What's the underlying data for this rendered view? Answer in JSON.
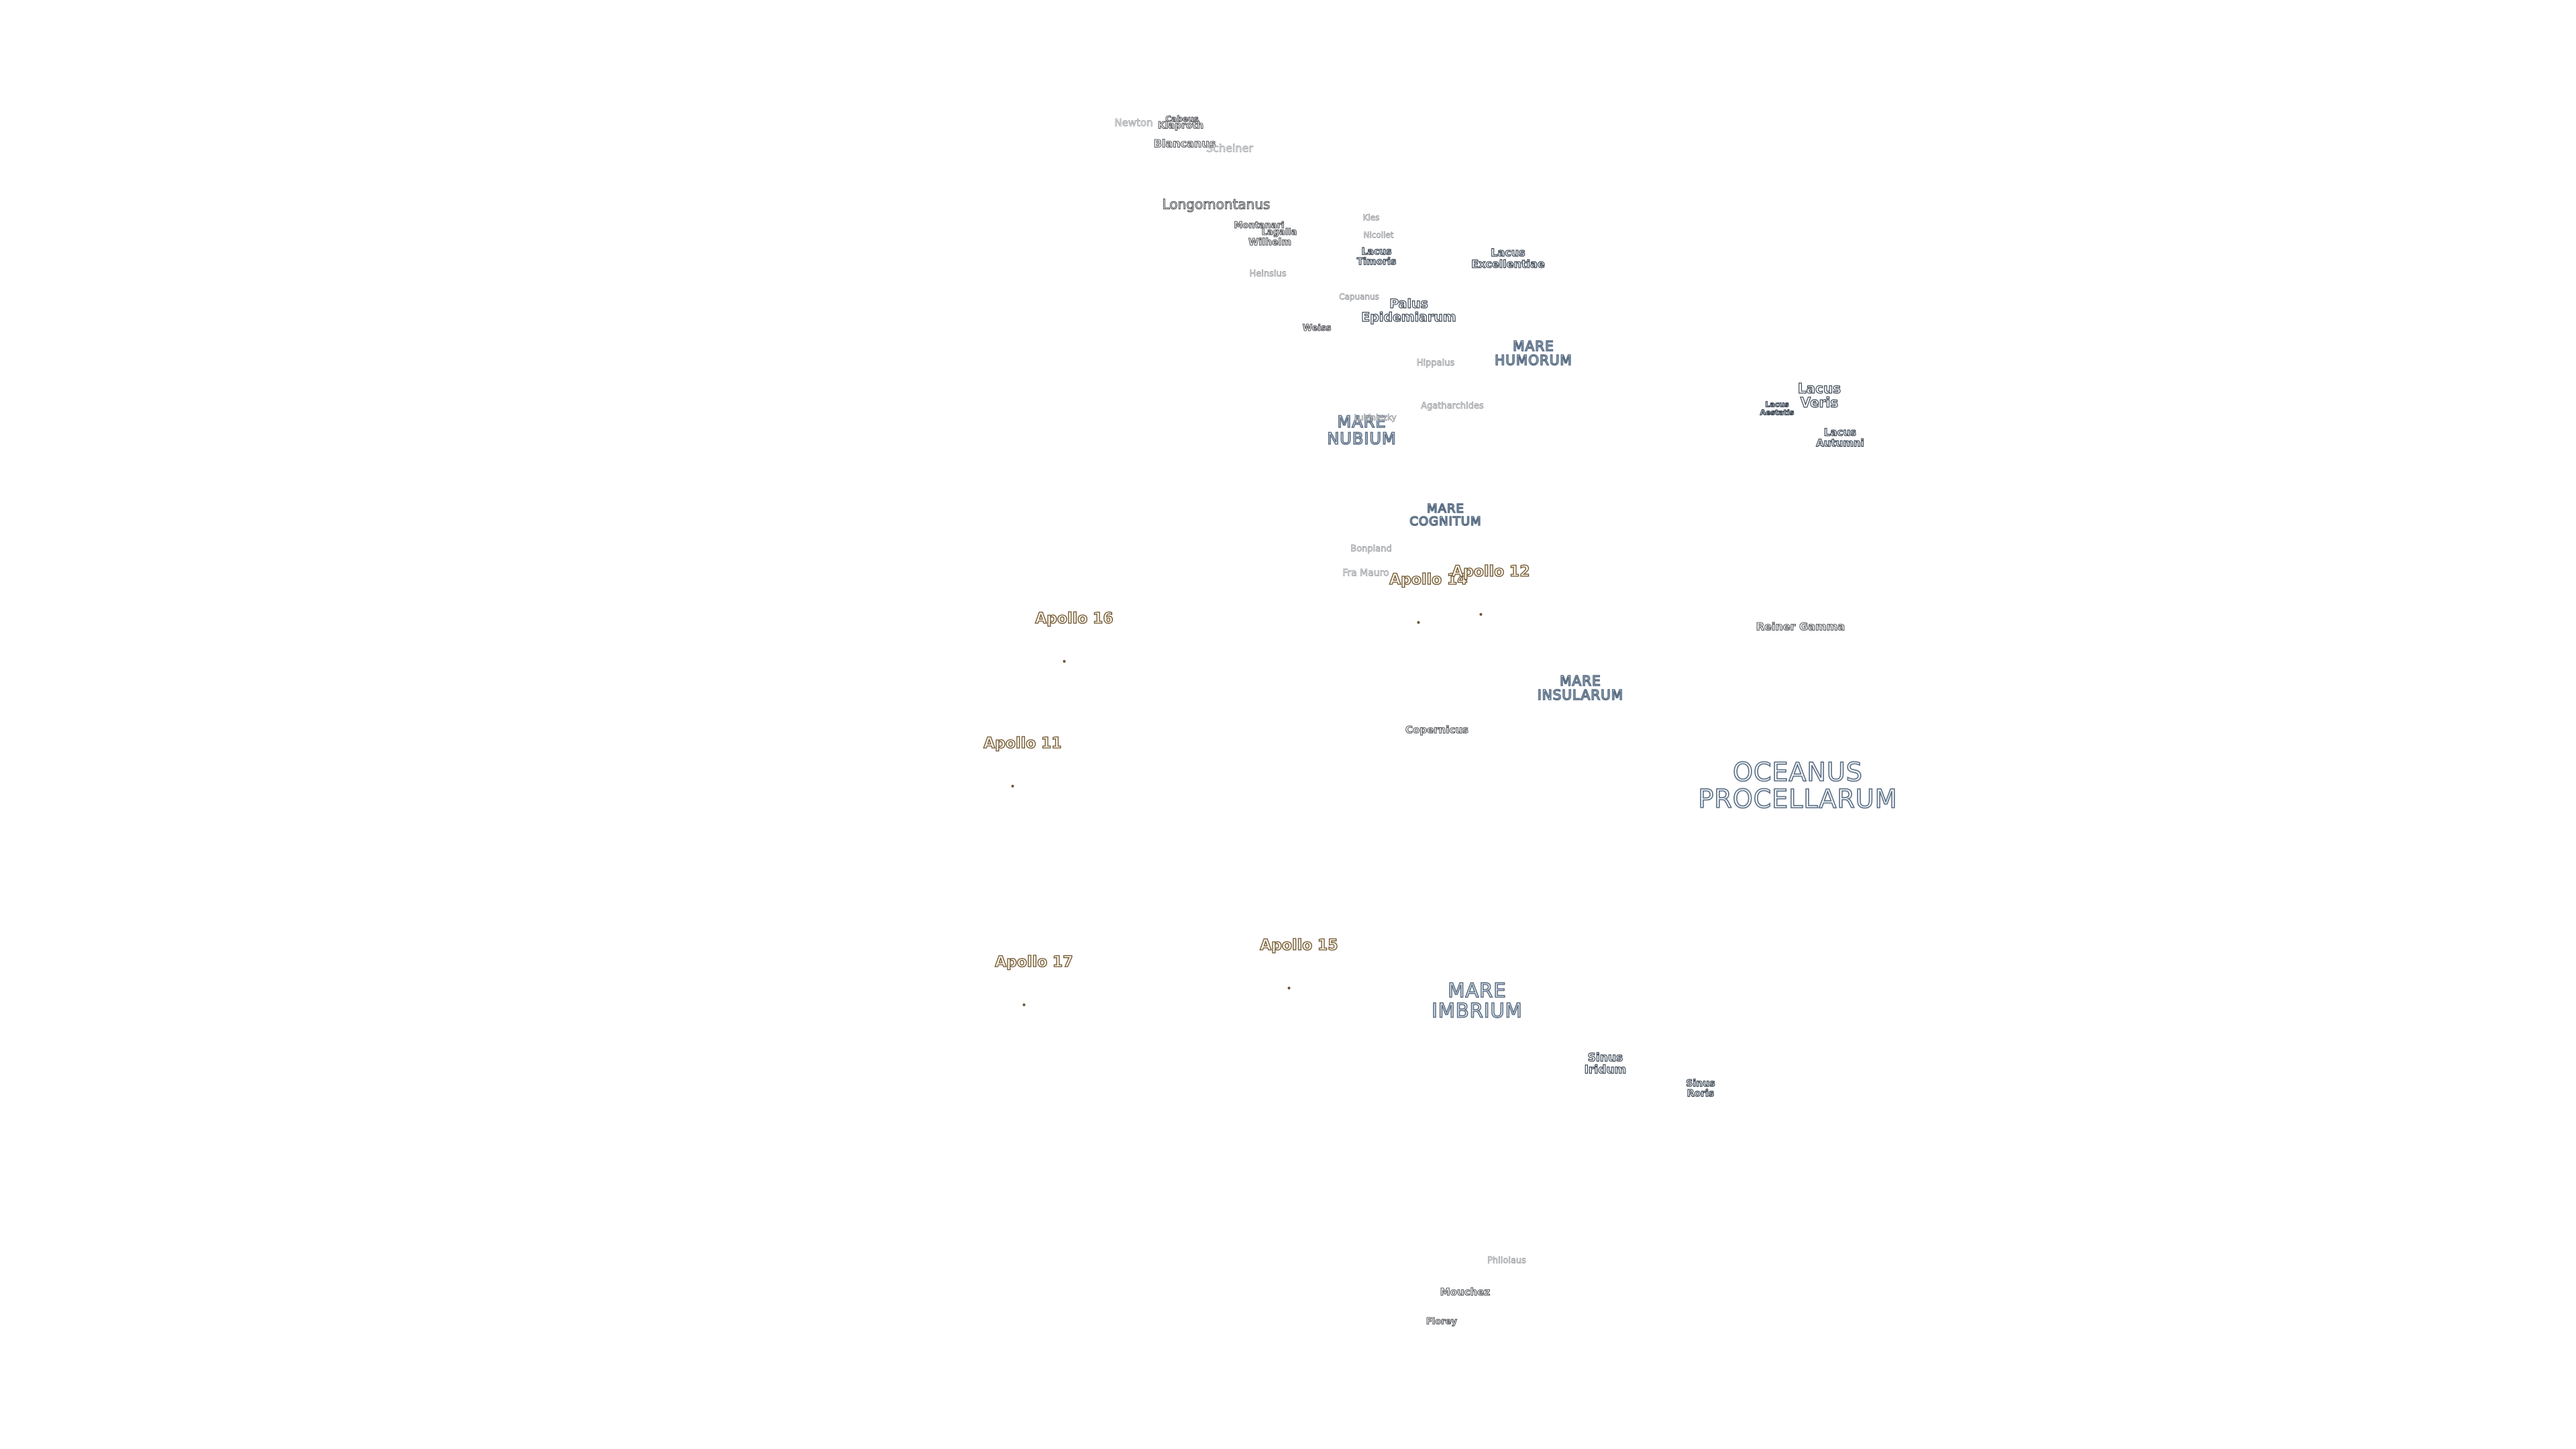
{
  "map": {
    "maria": {
      "oceanus_procellarum": "OCEANUS\nPROCELLARUM",
      "mare_imbrium": "MARE\nIMBRIUM",
      "mare_nubium": "MARE\nNUBIUM",
      "mare_humorum": "MARE\nHUMORUM",
      "mare_cognitum": "MARE\nCOGNITUM",
      "mare_insularum": "MARE\nINSULARUM"
    },
    "lakes_bays_marshes": {
      "lacus_veris": "Lacus\nVeris",
      "lacus_autumni": "Lacus\nAutumni",
      "lacus_aestatis": "Lacus\nAestatis",
      "lacus_timoris": "Lacus\nTimoris",
      "lacus_excellentiae": "Lacus\nExcellentiae",
      "palus_epidemiarum": "Palus\nEpidemiarum",
      "sinus_iridum": "Sinus\nIridum",
      "sinus_roris": "Sinus\nRoris"
    },
    "features": {
      "newton": "Newton",
      "cabeus": "Cabeus",
      "klaproth": "Klaproth",
      "blancanus": "Blancanus",
      "scheiner": "Scheiner",
      "longomontanus": "Longomontanus",
      "montanari": "Montanari",
      "lagalla": "Lagalla",
      "wilhelm": "Wilhelm",
      "heinsius": "Heinsius",
      "weiss": "Weiss",
      "capuanus": "Capuanus",
      "hippalus": "Hippalus",
      "agatharchides": "Agatharchides",
      "lubiniezky": "Lubiniezky",
      "bonpland": "Bonpland",
      "fra_mauro": "Fra Mauro",
      "copernicus": "Copernicus",
      "reiner_gamma": "Reiner Gamma",
      "mouchez": "Mouchez",
      "philolaus": "Philolaus",
      "florey": "Florey",
      "nicollet": "Nicollet",
      "kies": "Kies"
    },
    "apollo_sites": {
      "apollo_11": "Apollo 11",
      "apollo_12": "Apollo 12",
      "apollo_14": "Apollo 14",
      "apollo_15": "Apollo 15",
      "apollo_16": "Apollo 16",
      "apollo_17": "Apollo 17"
    },
    "colors": {
      "background": "#ffffff",
      "mare_outline": "#5b6f86",
      "feature_outline": "#56585c",
      "faint_outline": "#a9abae",
      "apollo_outline": "#6b5331"
    }
  }
}
